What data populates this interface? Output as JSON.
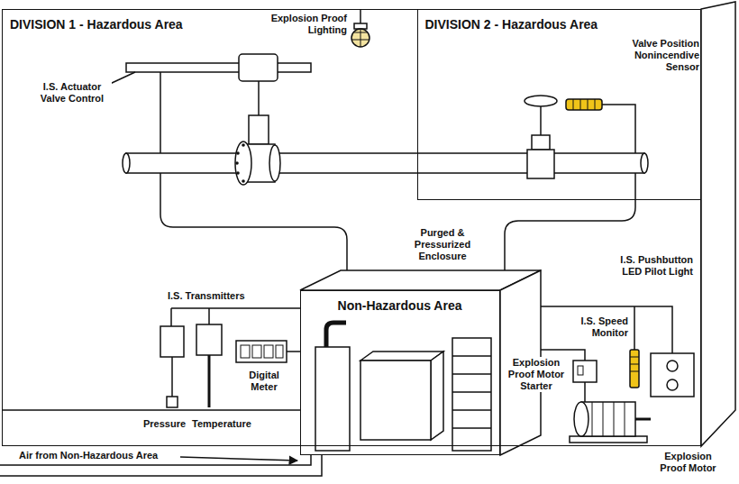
{
  "diagram": {
    "nodes": [
      {
        "text": [
          "DIVISION 1 - Hazardous Area"
        ]
      },
      {
        "text": [
          "DIVISION 2 - Hazardous Area"
        ],
        "in": 0
      },
      {
        "text": [
          "Non-Hazardous Area"
        ],
        "in": 0
      }
    ],
    "labels": [
      "Explosion Proof Lighting",
      "I.S. Actuator Valve Control",
      "Valve Position Nonincendive Sensor",
      "Purged & Pressurized Enclosure",
      "I.S. Transmitters",
      "Digital Meter",
      "Pressure",
      "Temperature",
      "I.S. Pushbutton LED Pilot Light",
      "I.S. Speed Monitor",
      "Explosion Proof Motor Starter",
      "Explosion Proof Motor",
      "Air from Non-Hazardous Area"
    ]
  }
}
